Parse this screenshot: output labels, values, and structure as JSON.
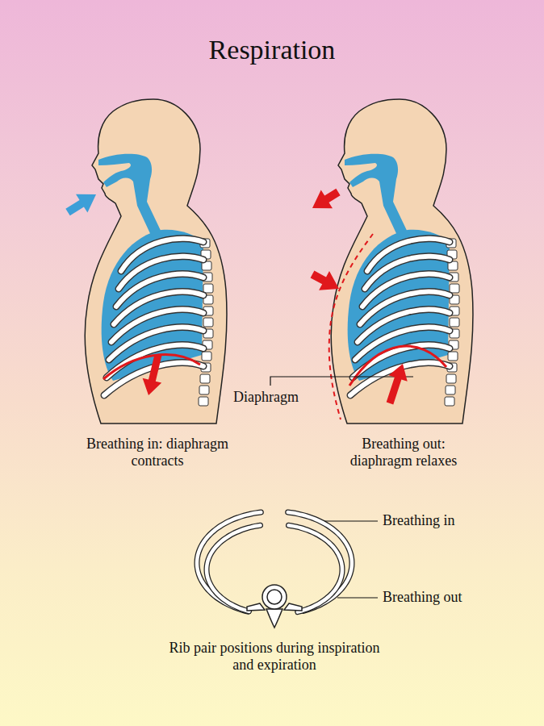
{
  "diagram": {
    "title": "Respiration",
    "labels": [
      "Diaphragm",
      "Breathing in: diaphragm contracts",
      "Breathing out: diaphragm relaxes",
      "Breathing in",
      "Breathing out",
      "Rib pair positions during inspiration and expiration"
    ]
  }
}
